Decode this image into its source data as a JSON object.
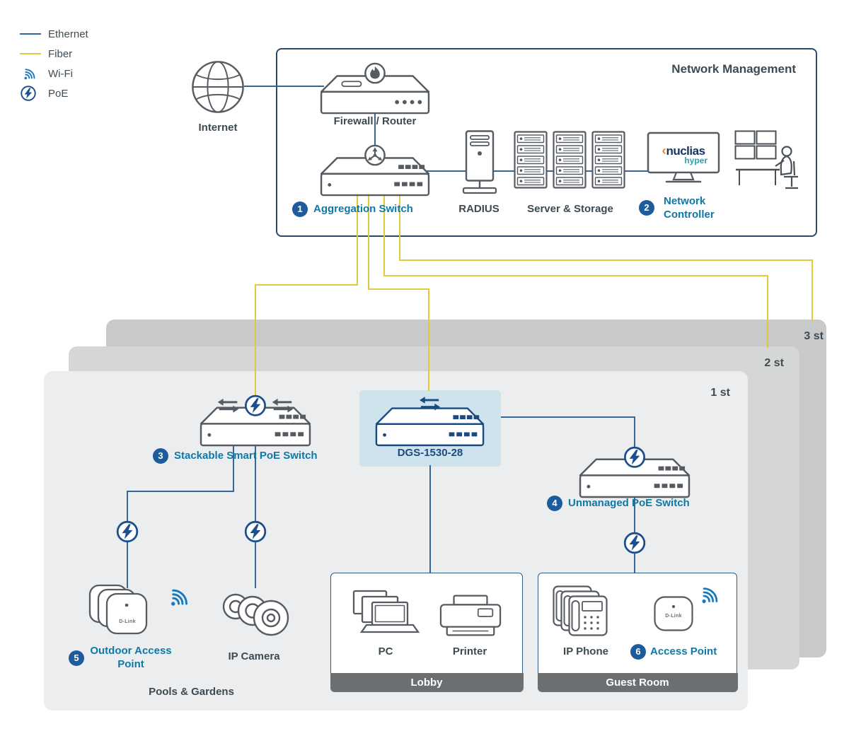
{
  "colors": {
    "ethernet_line": "#35679a",
    "fiber_line": "#e3c83c",
    "label_accent": "#0f78a6",
    "badge": "#1d5b9b",
    "device_outline": "#555b61",
    "navy_device": "#1b4a80",
    "floor1_bg": "#ecedee",
    "floor2_bg": "#d5d7d7",
    "floor3_bg": "#c8caca",
    "dgs_highlight_bg": "#cfe3ed",
    "room_footer_bg": "#6b6f71",
    "text_dark": "#3d4a52",
    "wifi_blue": "#1679c0",
    "poe_navy": "#1d4e8d",
    "nuclias_orange": "#ef7d23",
    "nuclias_navy": "#17345f",
    "nuclias_teal": "#2aa0b4"
  },
  "legend": {
    "ethernet": "Ethernet",
    "fiber": "Fiber",
    "wifi": "Wi-Fi",
    "poe": "PoE"
  },
  "mgmt": {
    "title": "Network Management",
    "internet": "Internet",
    "firewall": "Firewall / Router",
    "agg_num": "1",
    "agg": "Aggregation Switch",
    "radius": "RADIUS",
    "servers": "Server & Storage",
    "ctrl_num": "2",
    "ctrl": "Network Controller",
    "logo_bracket": "‹",
    "logo": "nuclias",
    "logo_sub": "hyper"
  },
  "floors": {
    "f3": "3 st",
    "f2": "2 st",
    "f1": "1 st"
  },
  "f1": {
    "stack_num": "3",
    "stack": "Stackable Smart PoE Switch",
    "dgs": "DGS-1530-28",
    "unm_num": "4",
    "unm": "Unmanaged PoE Switch",
    "out_num": "5",
    "out": "Outdoor Access Point",
    "cam": "IP Camera",
    "pc": "PC",
    "printer": "Printer",
    "phone": "IP Phone",
    "ap_num": "6",
    "ap": "Access Point",
    "pools": "Pools & Gardens",
    "lobby": "Lobby",
    "guest": "Guest Room",
    "brand": "D-Link"
  }
}
